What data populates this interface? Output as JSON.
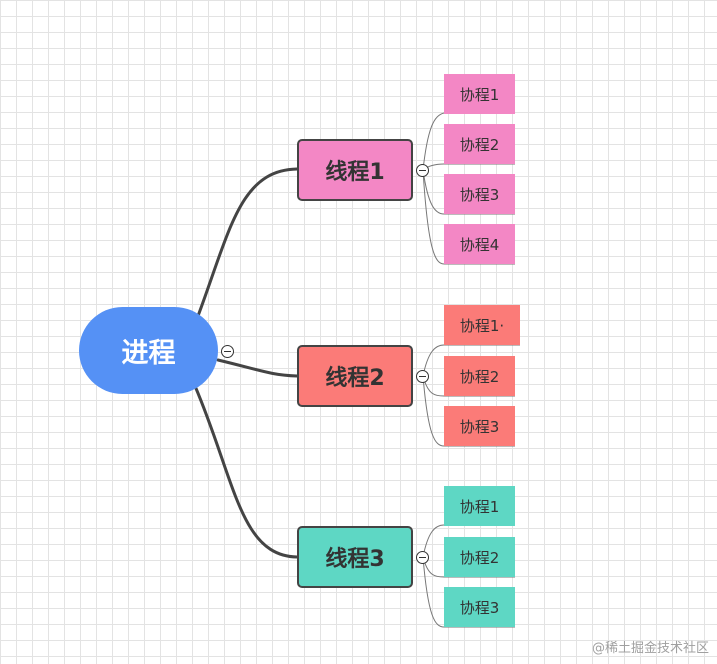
{
  "colors": {
    "root": "#5591f5",
    "thread1": "#f387c5",
    "thread2": "#fb7b78",
    "thread3": "#5ed7c4",
    "link": "#444444",
    "sublink": "#777777"
  },
  "root": {
    "label": "进程"
  },
  "threads": [
    {
      "label": "线程1",
      "coroutines": [
        "协程1",
        "协程2",
        "协程3",
        "协程4"
      ]
    },
    {
      "label": "线程2",
      "coroutines": [
        "协程1·",
        "协程2",
        "协程3"
      ]
    },
    {
      "label": "线程3",
      "coroutines": [
        "协程1",
        "协程2",
        "协程3"
      ]
    }
  ],
  "watermark": "@稀土掘金技术社区"
}
